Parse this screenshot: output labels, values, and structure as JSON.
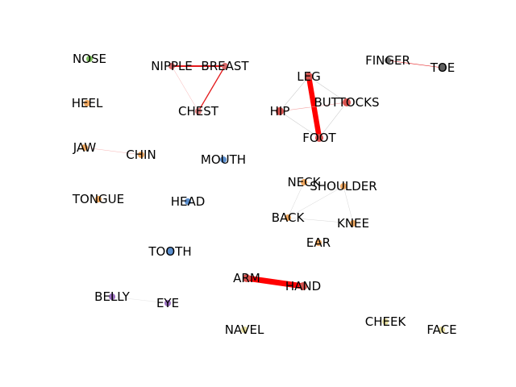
{
  "graph": {
    "nodes": [
      {
        "id": "NOSE",
        "label": "NOSE",
        "color": "#7fbf5f"
      },
      {
        "id": "NIPPLE",
        "label": "NIPPLE",
        "color": "#d96b6b"
      },
      {
        "id": "BREAST",
        "label": "BREAST",
        "color": "#d96b6b"
      },
      {
        "id": "LEG",
        "label": "LEG",
        "color": "#d9534f"
      },
      {
        "id": "FINGER",
        "label": "FINGER",
        "color": "#707070"
      },
      {
        "id": "TOE",
        "label": "TOE",
        "color": "#606060"
      },
      {
        "id": "HEEL",
        "label": "HEEL",
        "color": "#f0a860"
      },
      {
        "id": "CHEST",
        "label": "CHEST",
        "color": "#e08080"
      },
      {
        "id": "HIP",
        "label": "HIP",
        "color": "#d9534f"
      },
      {
        "id": "BUTTOCKS",
        "label": "BUTTOCKS",
        "color": "#d9534f"
      },
      {
        "id": "FOOT",
        "label": "FOOT",
        "color": "#d9534f"
      },
      {
        "id": "JAW",
        "label": "JAW",
        "color": "#f0a860"
      },
      {
        "id": "CHIN",
        "label": "CHIN",
        "color": "#f0a860"
      },
      {
        "id": "MOUTH",
        "label": "MOUTH",
        "color": "#5b8fcf"
      },
      {
        "id": "TONGUE",
        "label": "TONGUE",
        "color": "#f0a860"
      },
      {
        "id": "HEAD",
        "label": "HEAD",
        "color": "#5b8fcf"
      },
      {
        "id": "NECK",
        "label": "NECK",
        "color": "#f0a860"
      },
      {
        "id": "SHOULDER",
        "label": "SHOULDER",
        "color": "#f0a860"
      },
      {
        "id": "BACK",
        "label": "BACK",
        "color": "#f0a860"
      },
      {
        "id": "KNEE",
        "label": "KNEE",
        "color": "#f0a860"
      },
      {
        "id": "EAR",
        "label": "EAR",
        "color": "#f0a860"
      },
      {
        "id": "TOOTH",
        "label": "TOOTH",
        "color": "#5b8fcf"
      },
      {
        "id": "ARM",
        "label": "ARM",
        "color": "#d9534f"
      },
      {
        "id": "HAND",
        "label": "HAND",
        "color": "#d9534f"
      },
      {
        "id": "BELLY",
        "label": "BELLY",
        "color": "#9b6fc0"
      },
      {
        "id": "EYE",
        "label": "EYE",
        "color": "#9b6fc0"
      },
      {
        "id": "NAVEL",
        "label": "NAVEL",
        "color": "#e8e0a0"
      },
      {
        "id": "CHEEK",
        "label": "CHEEK",
        "color": "#e8e0a0"
      },
      {
        "id": "FACE",
        "label": "FACE",
        "color": "#e8e0a0"
      }
    ],
    "edges": [
      {
        "from": "NIPPLE",
        "to": "BREAST",
        "weight": 2.0,
        "color": "#e31a1c"
      },
      {
        "from": "BREAST",
        "to": "CHEST",
        "weight": 1.3,
        "color": "#e31a1c"
      },
      {
        "from": "NIPPLE",
        "to": "CHEST",
        "weight": 0.4,
        "color": "#f4a0a0"
      },
      {
        "from": "LEG",
        "to": "FOOT",
        "weight": 6.5,
        "color": "#ff0000"
      },
      {
        "from": "LEG",
        "to": "HIP",
        "weight": 0.6,
        "color": "#cccccc"
      },
      {
        "from": "LEG",
        "to": "BUTTOCKS",
        "weight": 0.6,
        "color": "#cccccc"
      },
      {
        "from": "HIP",
        "to": "BUTTOCKS",
        "weight": 0.6,
        "color": "#f4a0a0"
      },
      {
        "from": "HIP",
        "to": "FOOT",
        "weight": 0.6,
        "color": "#cccccc"
      },
      {
        "from": "BUTTOCKS",
        "to": "FOOT",
        "weight": 0.6,
        "color": "#cccccc"
      },
      {
        "from": "FINGER",
        "to": "TOE",
        "weight": 0.6,
        "color": "#e31a1c"
      },
      {
        "from": "JAW",
        "to": "CHIN",
        "weight": 0.4,
        "color": "#f4a0a0"
      },
      {
        "from": "NECK",
        "to": "SHOULDER",
        "weight": 0.4,
        "color": "#cccccc"
      },
      {
        "from": "NECK",
        "to": "BACK",
        "weight": 0.4,
        "color": "#cccccc"
      },
      {
        "from": "SHOULDER",
        "to": "BACK",
        "weight": 0.4,
        "color": "#cccccc"
      },
      {
        "from": "SHOULDER",
        "to": "KNEE",
        "weight": 0.4,
        "color": "#cccccc"
      },
      {
        "from": "BACK",
        "to": "KNEE",
        "weight": 0.4,
        "color": "#cccccc"
      },
      {
        "from": "ARM",
        "to": "HAND",
        "weight": 7.0,
        "color": "#ff0000"
      },
      {
        "from": "BELLY",
        "to": "EYE",
        "weight": 0.4,
        "color": "#dddddd"
      }
    ]
  }
}
